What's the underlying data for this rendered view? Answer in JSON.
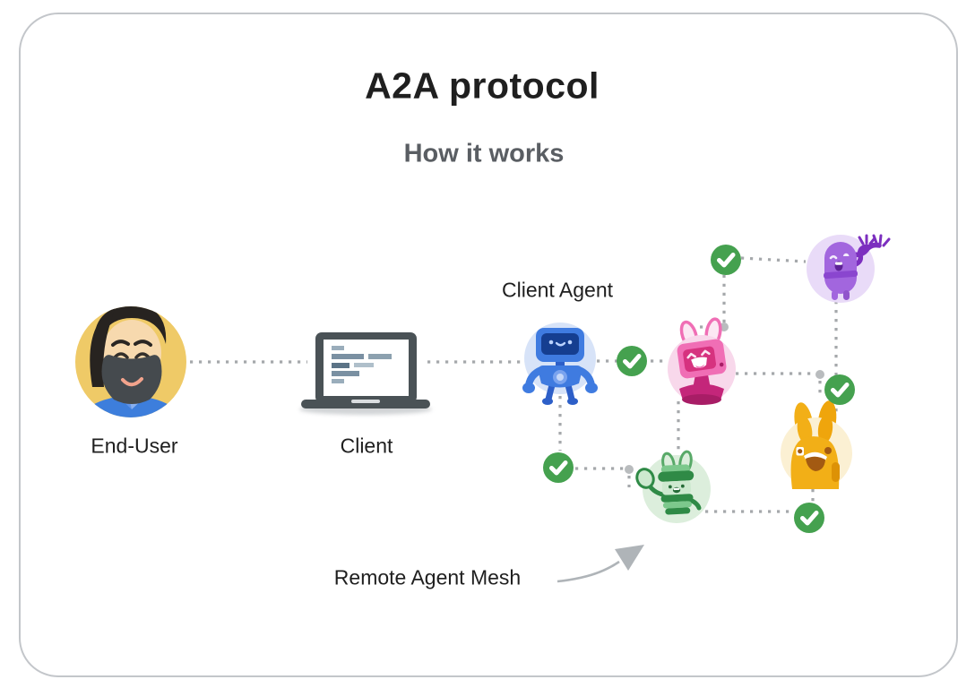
{
  "header": {
    "title": "A2A protocol",
    "subtitle": "How it works"
  },
  "nodes": {
    "end_user": {
      "label": "End-User"
    },
    "client": {
      "label": "Client"
    },
    "client_agent": {
      "label": "Client Agent"
    },
    "remote_mesh": {
      "label": "Remote Agent Mesh"
    }
  },
  "icons": {
    "check_icon": "✓",
    "end_user_icon": "bearded-man-avatar",
    "client_icon": "laptop-with-code",
    "client_agent_icon": "blue-robot",
    "remote_agents": [
      "pink-bunny-robot",
      "purple-plug-creature",
      "green-bunny-robot",
      "yellow-bunny"
    ]
  },
  "colors": {
    "card_border": "#C3C6CA",
    "title_text": "#1F1F1F",
    "subtitle_text": "#5A5E63",
    "dotted_line": "#A5A8AB",
    "corner_dot": "#B9BCBE",
    "check_green": "#45A14F",
    "check_mark": "#FFFFFF",
    "end_user_bg": "#EFCA67",
    "client_agent_bg": "#D7E3F8",
    "pink_agent_bg": "#F8D8EB",
    "purple_agent_bg": "#E9DBF8",
    "green_agent_bg": "#DCEEDC",
    "yellow_agent_bg": "#FBF0D3",
    "arrow_gray": "#AFB4B8"
  }
}
